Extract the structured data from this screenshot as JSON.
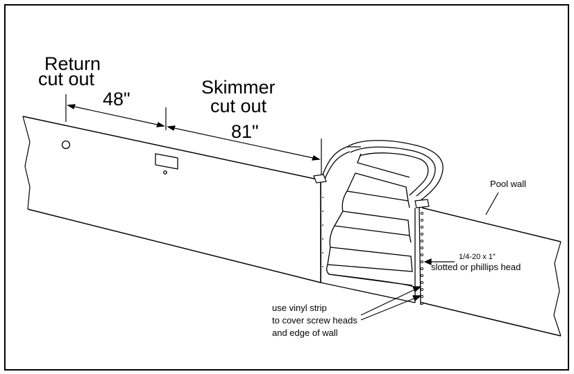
{
  "labels": {
    "return_line1": "Return",
    "return_line2": "cut out",
    "dim_48": "48\"",
    "skimmer_line1": "Skimmer",
    "skimmer_line2": "cut out",
    "dim_81": "81\"",
    "pool_wall": "Pool wall",
    "screw_line1": "1/4-20 x 1\"",
    "screw_line2": "slotted or phillips head",
    "vinyl_line1": "use vinyl strip",
    "vinyl_line2": "to cover screw heads",
    "vinyl_line3": "and edge of wall"
  },
  "colors": {
    "line": "#000000",
    "background": "#ffffff"
  }
}
